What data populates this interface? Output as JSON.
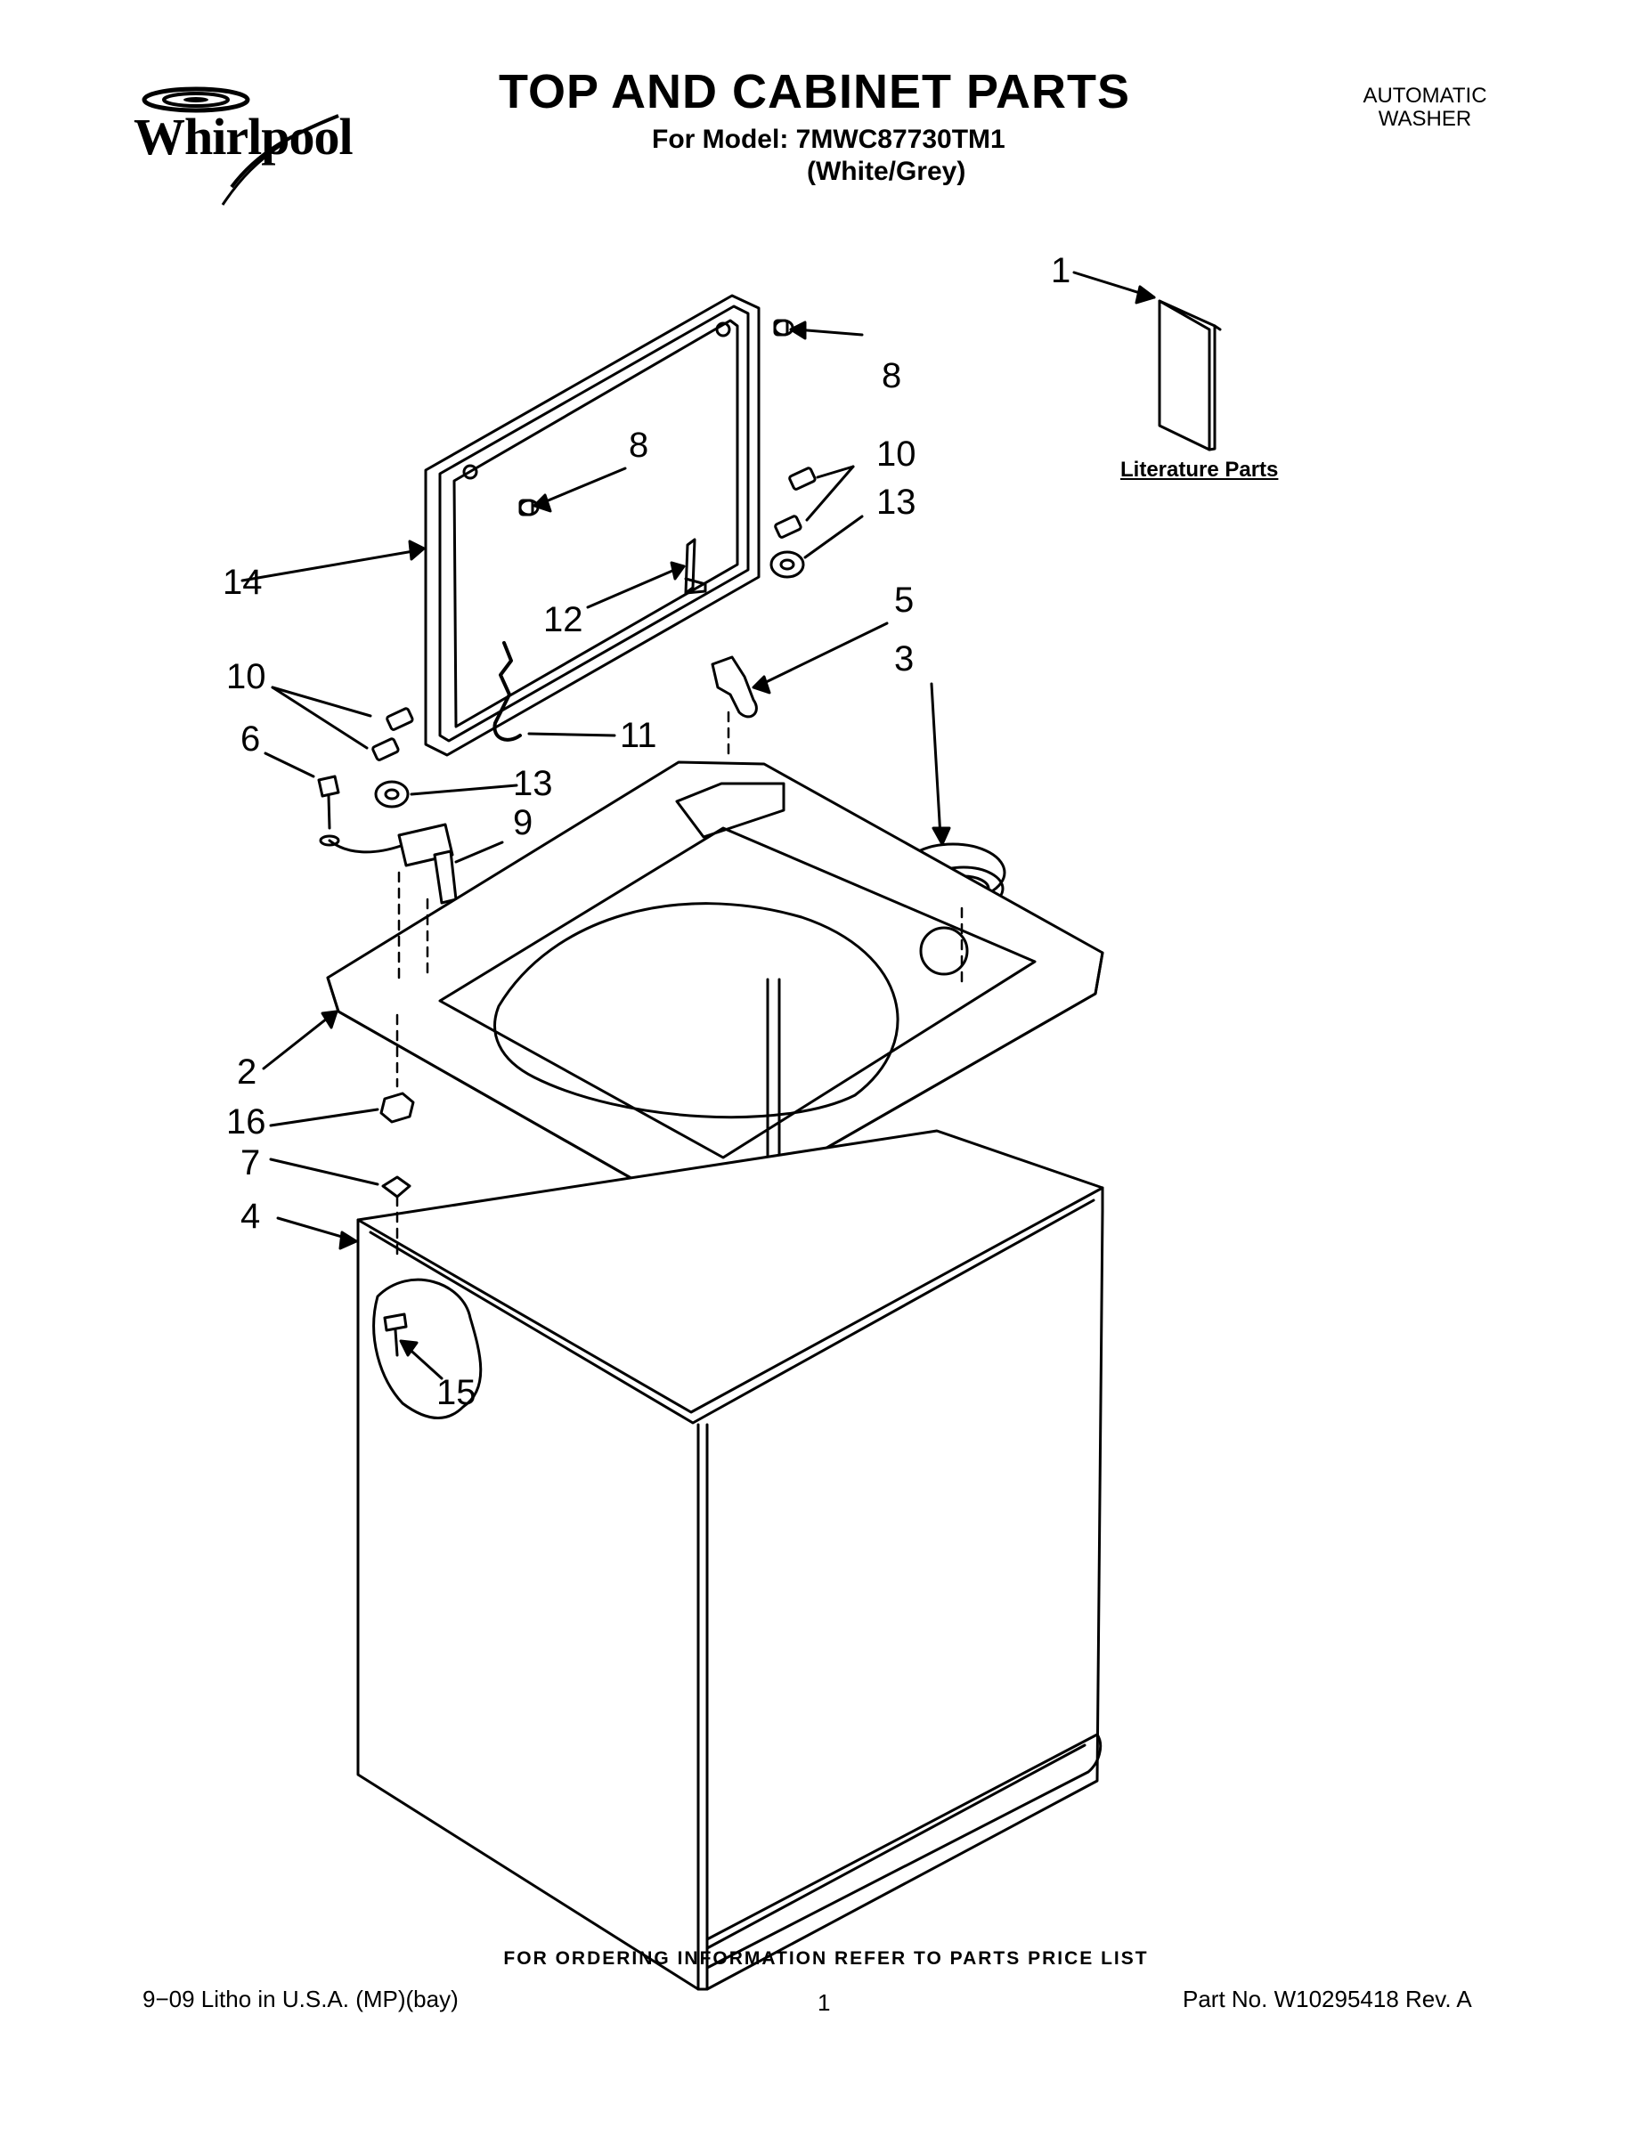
{
  "header": {
    "brand": "Whirlpool",
    "title": "TOP AND CABINET PARTS",
    "model_line": "For Model: 7MWC87730TM1",
    "variant": "(White/Grey)",
    "product_type_line1": "AUTOMATIC",
    "product_type_line2": "WASHER"
  },
  "diagram": {
    "literature_caption": "Literature Parts",
    "callouts": [
      "1",
      "2",
      "3",
      "4",
      "5",
      "6",
      "7",
      "8",
      "8",
      "9",
      "10",
      "10",
      "11",
      "12",
      "13",
      "13",
      "14",
      "15",
      "16"
    ]
  },
  "footer": {
    "ordering_note": "FOR ORDERING INFORMATION REFER TO PARTS PRICE LIST",
    "print_info": "9−09 Litho in U.S.A. (MP)(bay)",
    "page_number": "1",
    "part_number": "Part No. W10295418 Rev. A"
  }
}
